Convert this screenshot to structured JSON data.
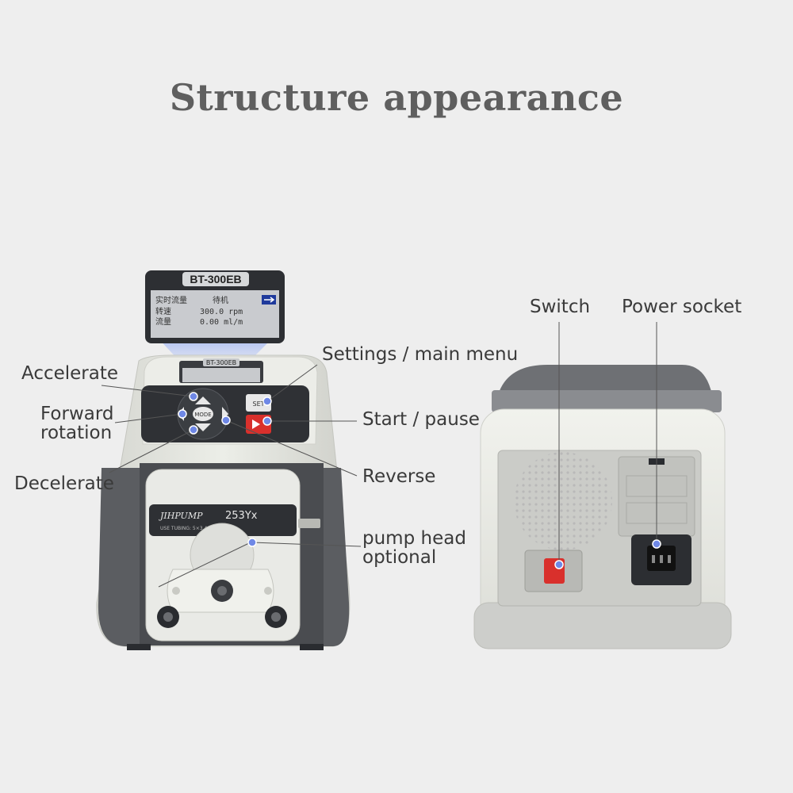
{
  "title": "Structure appearance",
  "device": {
    "model_badge": "BT-300EB",
    "model_small": "BT-300EB",
    "screen": {
      "row1_a": "实时流量",
      "row1_b": "待机",
      "row2_a": "转速",
      "row2_b": "300.0 rpm",
      "row3_a": "流量",
      "row3_b": "0.00 ml/m"
    },
    "keys": {
      "mode": "MODE",
      "set": "SET"
    },
    "pump_head": {
      "brand": "JIHPUMP",
      "model": "253Yx",
      "tubing": "USE TUBING: 5×3.4mm"
    }
  },
  "labels": {
    "accelerate": "Accelerate",
    "forward_line1": "Forward",
    "forward_line2": "rotation",
    "decelerate": "Decelerate",
    "settings": "Settings / main menu",
    "start_pause": "Start / pause",
    "reverse": "Reverse",
    "pump_head_line1": "pump head",
    "pump_head_line2": "optional",
    "switch": "Switch",
    "power_socket": "Power socket"
  },
  "colors": {
    "marker": "#6f88e6",
    "accent_red": "#d9302c",
    "body": "#e3e4de",
    "dark": "#3a3c40"
  }
}
